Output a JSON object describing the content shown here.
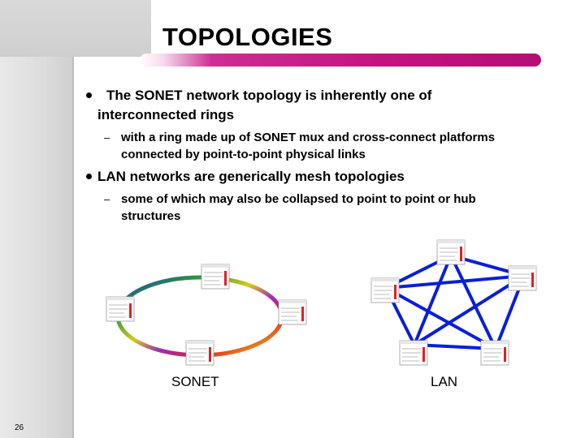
{
  "title": "TOPOLOGIES",
  "bullets": [
    {
      "text_line1": "The SONET network topology is inherently one of",
      "text_line2": "interconnected rings",
      "sub_line1": "with a ring made up of SONET mux and cross-connect platforms",
      "sub_line2": "connected by point-to-point physical links"
    },
    {
      "text_line1": "LAN networks are generically mesh topologies",
      "sub_line1": "some of which may also be collapsed to point to point or hub",
      "sub_line2": "structures"
    }
  ],
  "dash": "–",
  "diagrams": {
    "sonet_label": "SONET",
    "lan_label": "LAN"
  },
  "slide_number": "26",
  "colors": {
    "title_bar": "#c3137f",
    "lan_links": "#0b1fd6"
  }
}
